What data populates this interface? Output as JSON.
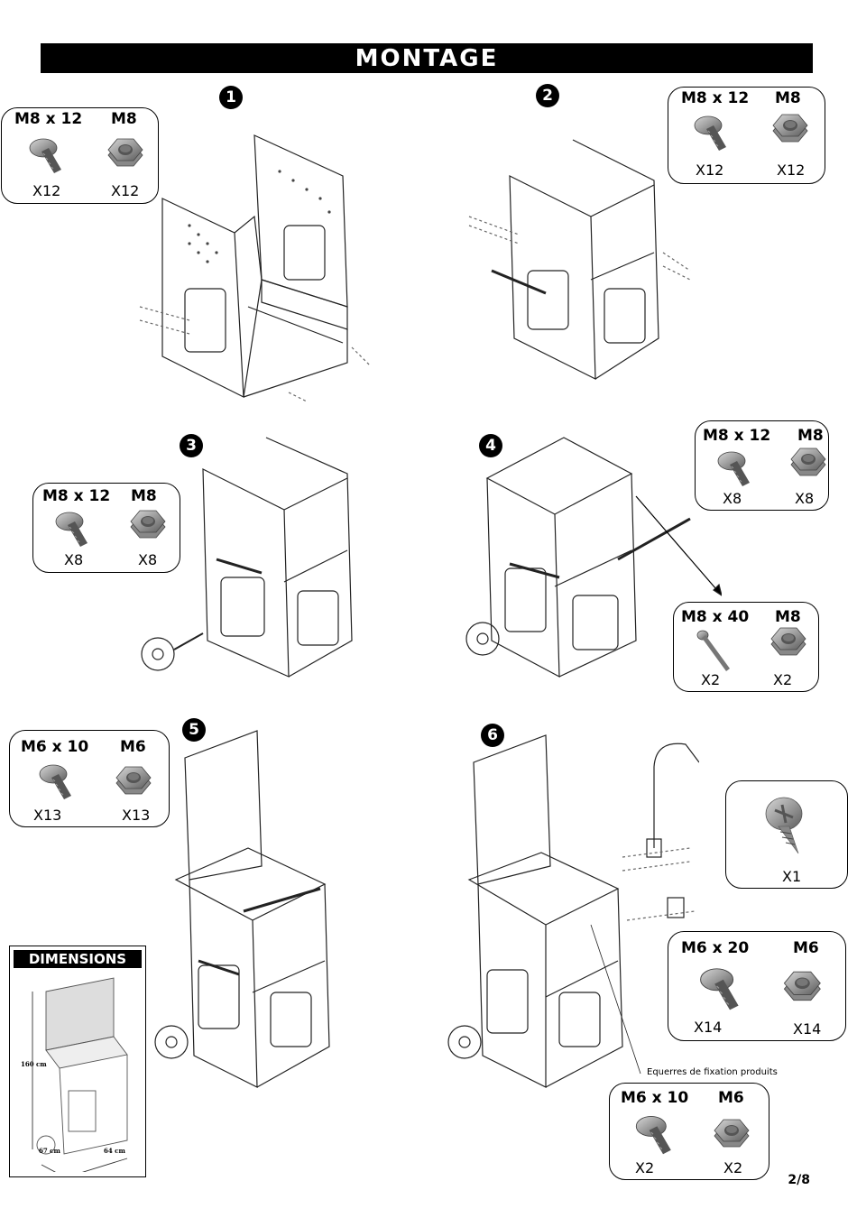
{
  "header": {
    "title": "MONTAGE"
  },
  "steps": [
    {
      "number": "1",
      "hardware": [
        {
          "label": "M8 x 12",
          "qty": "X12",
          "icon": "bolt-icon"
        },
        {
          "label": "M8",
          "qty": "X12",
          "icon": "nut-icon"
        }
      ]
    },
    {
      "number": "2",
      "hardware": [
        {
          "label": "M8 x 12",
          "qty": "X12",
          "icon": "bolt-icon"
        },
        {
          "label": "M8",
          "qty": "X12",
          "icon": "nut-icon"
        }
      ]
    },
    {
      "number": "3",
      "hardware": [
        {
          "label": "M8 x 12",
          "qty": "X8",
          "icon": "bolt-icon"
        },
        {
          "label": "M8",
          "qty": "X8",
          "icon": "nut-icon"
        }
      ]
    },
    {
      "number": "4",
      "hardware": [
        {
          "label": "M8 x 12",
          "qty": "X8",
          "icon": "bolt-icon"
        },
        {
          "label": "M8",
          "qty": "X8",
          "icon": "nut-icon"
        },
        {
          "label": "M8 x 40",
          "qty": "X2",
          "icon": "long-bolt-icon"
        },
        {
          "label": "M8",
          "qty": "X2",
          "icon": "nut-icon"
        }
      ]
    },
    {
      "number": "5",
      "hardware": [
        {
          "label": "M6 x 10",
          "qty": "X13",
          "icon": "bolt-icon"
        },
        {
          "label": "M6",
          "qty": "X13",
          "icon": "nut-icon"
        }
      ]
    },
    {
      "number": "6",
      "hardware": [
        {
          "label": "",
          "qty": "X1",
          "icon": "self-tapping-screw-icon"
        },
        {
          "label": "M6 x 20",
          "qty": "X14",
          "icon": "bolt-icon"
        },
        {
          "label": "M6",
          "qty": "X14",
          "icon": "nut-icon"
        },
        {
          "label": "M6 x 10",
          "qty": "X2",
          "icon": "bolt-icon"
        },
        {
          "label": "M6",
          "qty": "X2",
          "icon": "nut-icon"
        }
      ],
      "caption": "Equerres de fixation produits"
    }
  ],
  "dimensions": {
    "title": "DIMENSIONS",
    "height": "160 cm",
    "width": "67 cm",
    "depth": "64 cm"
  },
  "footer": {
    "page": "2/8"
  }
}
